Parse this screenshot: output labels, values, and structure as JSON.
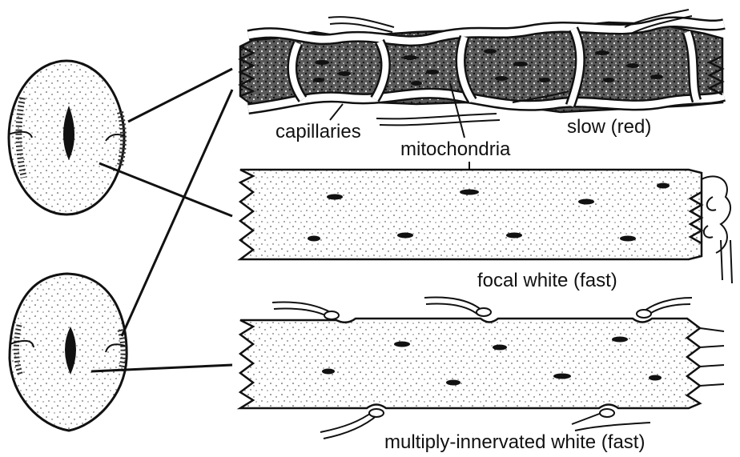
{
  "labels": {
    "capillaries": "capillaries",
    "slow": "slow (red)",
    "mitochondria": "mitochondria",
    "focal": "focal white (fast)",
    "multiply": "multiply-innervated white (fast)"
  },
  "colors": {
    "ink": "#111111",
    "paper": "#ffffff",
    "stipple": "#2a2a2a"
  }
}
